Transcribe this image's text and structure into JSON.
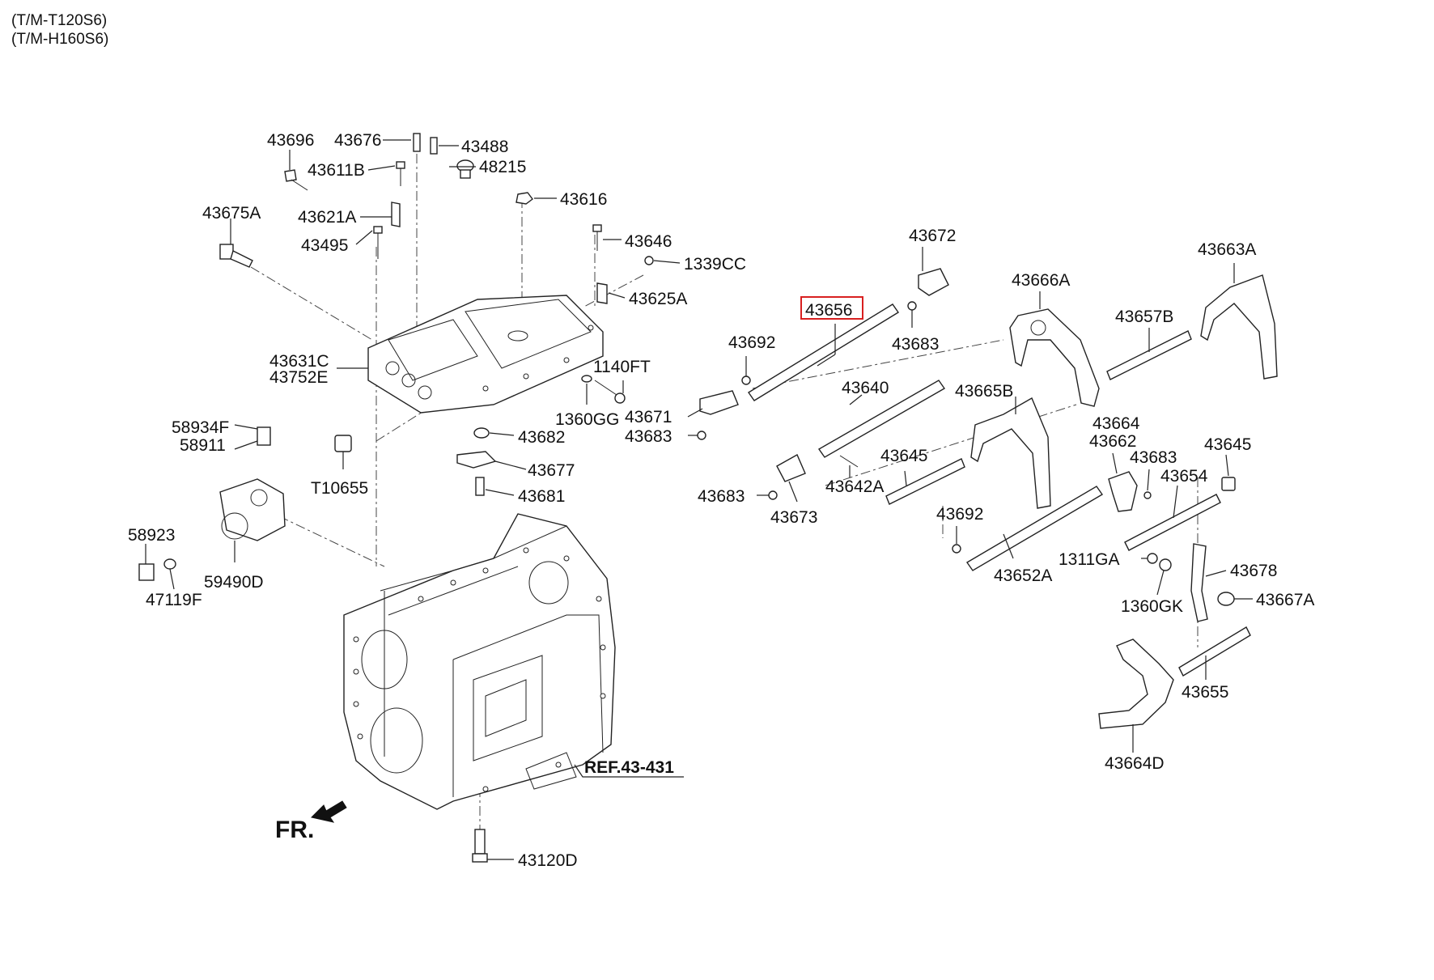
{
  "header": {
    "variants": [
      "(T/M-T120S6)",
      "(T/M-H160S6)"
    ]
  },
  "highlighted_part": "43656",
  "reference": "REF.43-431",
  "front_marker": "FR.",
  "callouts": {
    "p43696": "43696",
    "p43676": "43676",
    "p43488": "43488",
    "p43611B": "43611B",
    "p48215": "48215",
    "p43616": "43616",
    "p43675A": "43675A",
    "p43621A": "43621A",
    "p43495": "43495",
    "p43646": "43646",
    "p1339CC": "1339CC",
    "p43625A": "43625A",
    "p43631C": "43631C",
    "p43752E": "43752E",
    "p1140FT": "1140FT",
    "p1360GG": "1360GG",
    "p43682": "43682",
    "p43677": "43677",
    "p43681": "43681",
    "pT10655": "T10655",
    "p58934F": "58934F",
    "p58911": "58911",
    "p58923": "58923",
    "p59490D": "59490D",
    "p47119F": "47119F",
    "p43120D": "43120D",
    "p43672": "43672",
    "p43683a": "43683",
    "p43656": "43656",
    "p43692a": "43692",
    "p43671": "43671",
    "p43683b": "43683",
    "p43640": "43640",
    "p43666A": "43666A",
    "p43663A": "43663A",
    "p43657B": "43657B",
    "p43665B": "43665B",
    "p43645a": "43645",
    "p43642A": "43642A",
    "p43683c": "43683",
    "p43673": "43673",
    "p43692b": "43692",
    "p43652A": "43652A",
    "p43664": "43664",
    "p43662": "43662",
    "p43683d": "43683",
    "p43645b": "43645",
    "p43654": "43654",
    "p1311GA": "1311GA",
    "p43678": "43678",
    "p1360GK": "1360GK",
    "p43667A": "43667A",
    "p43655": "43655",
    "p43664D": "43664D"
  }
}
